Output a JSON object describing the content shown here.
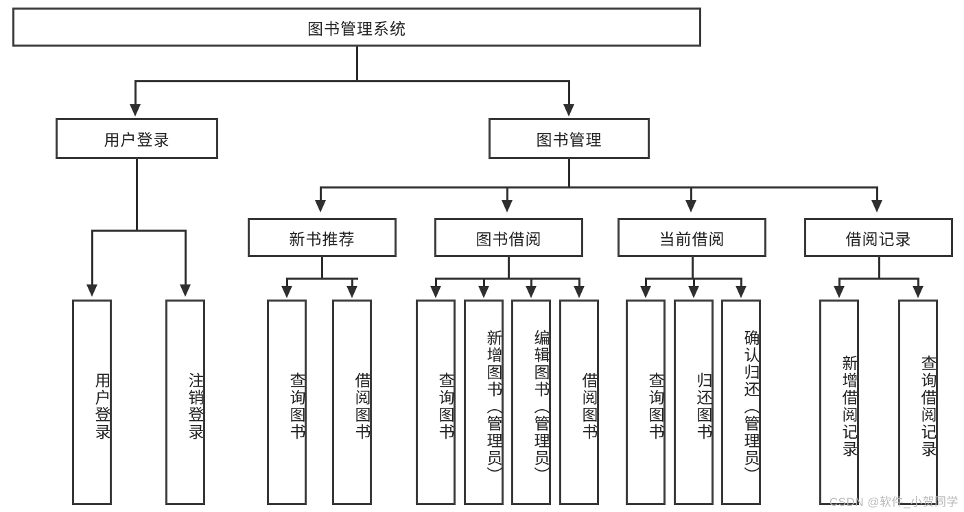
{
  "diagram": {
    "type": "tree-hierarchy-diagram",
    "title": "图书管理系统",
    "watermark": "CSDN @软件_小贺同学",
    "colors": {
      "box_border": "#3b3b3b",
      "connector": "#2f2f2f",
      "background": "#ffffff",
      "text": "#222222",
      "watermark": "#b8b8b8"
    },
    "nodes": {
      "root": {
        "label": "图书管理系统"
      },
      "level1": [
        {
          "id": "user-login",
          "label": "用户登录"
        },
        {
          "id": "book-management",
          "label": "图书管理"
        }
      ],
      "level2": [
        {
          "id": "new-book-recommend",
          "label": "新书推荐"
        },
        {
          "id": "book-borrow",
          "label": "图书借阅"
        },
        {
          "id": "current-borrow",
          "label": "当前借阅"
        },
        {
          "id": "borrow-record",
          "label": "借阅记录"
        }
      ],
      "leaves": {
        "user-login": [
          {
            "id": "leaf-user-login",
            "label": "用户登录"
          },
          {
            "id": "leaf-user-logout",
            "label": "注销登录"
          }
        ],
        "new-book-recommend": [
          {
            "id": "leaf-query-book-1",
            "label": "查询图书"
          },
          {
            "id": "leaf-borrow-book-1",
            "label": "借阅图书"
          }
        ],
        "book-borrow": [
          {
            "id": "leaf-query-book-2",
            "label": "查询图书"
          },
          {
            "id": "leaf-add-book",
            "label": "新增图书（管理员）"
          },
          {
            "id": "leaf-edit-book",
            "label": "编辑图书（管理员）"
          },
          {
            "id": "leaf-borrow-book-2",
            "label": "借阅图书"
          }
        ],
        "current-borrow": [
          {
            "id": "leaf-query-book-3",
            "label": "查询图书"
          },
          {
            "id": "leaf-return-book",
            "label": "归还图书"
          },
          {
            "id": "leaf-confirm-return",
            "label": "确认归还（管理员）"
          }
        ],
        "borrow-record": [
          {
            "id": "leaf-add-record",
            "label": "新增借阅记录"
          },
          {
            "id": "leaf-query-record",
            "label": "查询借阅记录"
          }
        ]
      }
    }
  }
}
